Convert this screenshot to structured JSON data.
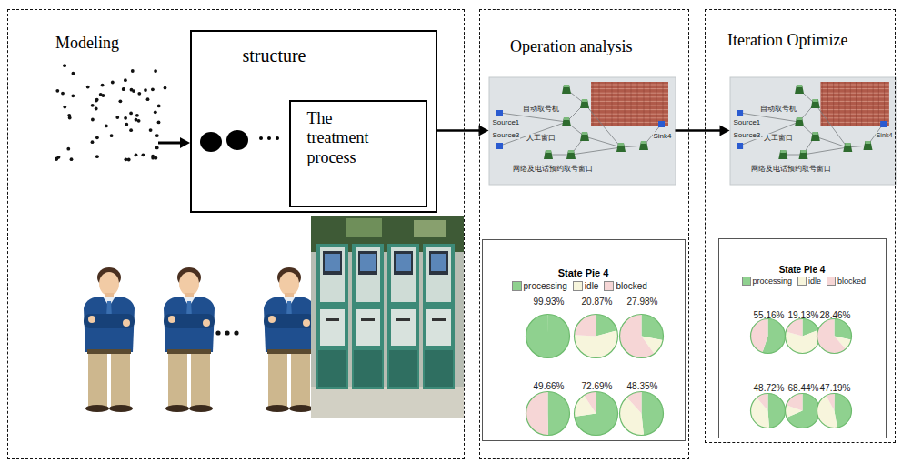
{
  "diagram": {
    "nodes": [
      {
        "text": [
          "Modeling"
        ]
      },
      {
        "text": [
          "structure"
        ],
        "in": 0
      },
      {
        "text": [
          "The treatment process"
        ],
        "in": 1
      },
      {
        "text": [
          "Operation analysis"
        ]
      },
      {
        "text": [
          "Source1",
          "Source3",
          "自动取号机",
          "人工窗口",
          "网络及电话预约取号窗口",
          "Sink4"
        ],
        "in": 3
      },
      {
        "text": [
          "State Pie 4"
        ],
        "in": 3
      },
      {
        "text": [
          "Iteration Optimize"
        ]
      },
      {
        "text": [
          "Source1",
          "Source3",
          "自动取号机",
          "人工窗口",
          "网络及电话预约取号窗口",
          "Sink4"
        ],
        "in": 6
      },
      {
        "text": [
          "State Pie 4"
        ],
        "in": 6
      }
    ],
    "edges": [
      {
        "from": 1,
        "to": 4,
        "arrow": "to"
      },
      {
        "from": 4,
        "to": 7,
        "arrow": "to"
      }
    ],
    "labels": [
      "99.93%",
      "20.87%",
      "27.98%",
      "49.66%",
      "72.69%",
      "48.35%",
      "55.16%",
      "19.13%",
      "28.46%",
      "48.72%",
      "68.44%",
      "47.19%"
    ],
    "legend": [
      {
        "text": "processing",
        "color": "#8fd18f"
      },
      {
        "text": "idle",
        "color": "#f7f5dc"
      },
      {
        "text": "blocked",
        "color": "#f6d6d6"
      },
      {
        "text": "processing",
        "color": "#8fd18f"
      },
      {
        "text": "idle",
        "color": "#f7f5dc"
      },
      {
        "text": "blocked",
        "color": "#f6d6d6"
      }
    ]
  }
}
